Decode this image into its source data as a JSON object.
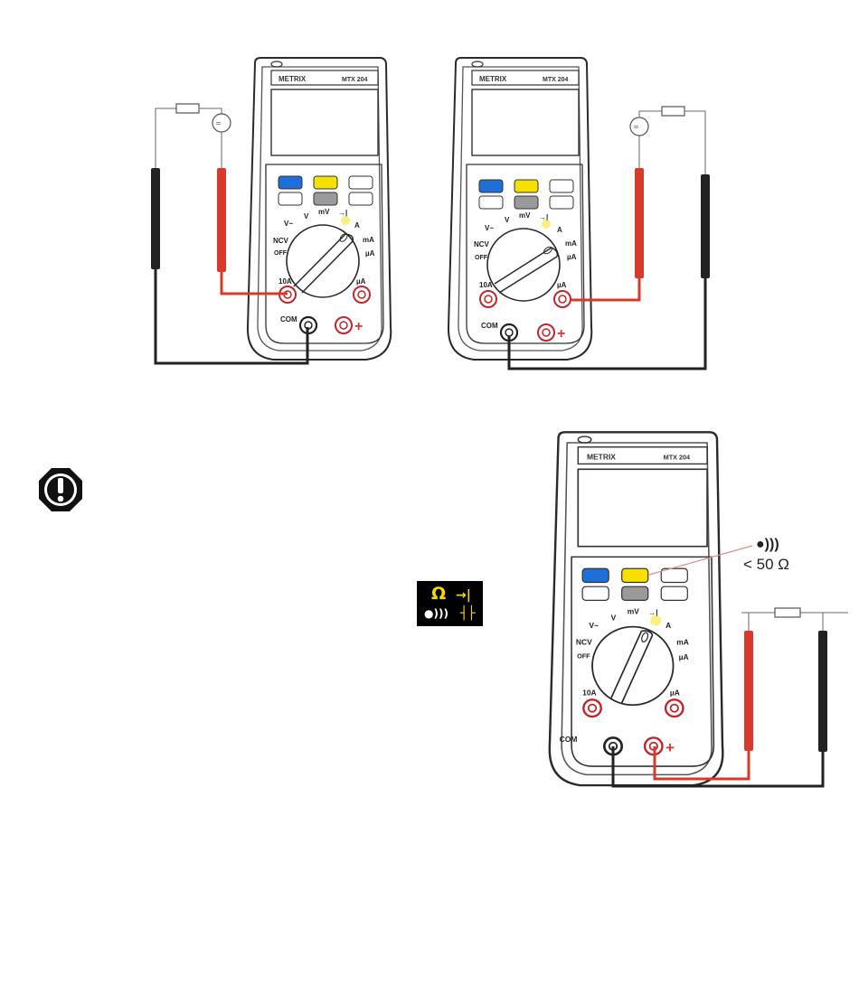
{
  "meters": [
    {
      "brand": "METRIX",
      "model": "MTX 204",
      "dial": {
        "v_ac": "V~",
        "v": "V",
        "mv": "mV",
        "diode": "→|",
        "a": "A",
        "ncv": "NCV",
        "off": "OFF",
        "ma": "mA",
        "ua": "µA"
      },
      "terminals": {
        "ten_a": "10A",
        "ua_ma": "µA",
        "com": "COM",
        "plus": "+"
      }
    },
    {
      "brand": "METRIX",
      "model": "MTX 204",
      "dial": {
        "v_ac": "V~",
        "v": "V",
        "mv": "mV",
        "diode": "→|",
        "a": "A",
        "ncv": "NCV",
        "off": "OFF",
        "ma": "mA",
        "ua": "µA"
      },
      "terminals": {
        "ten_a": "10A",
        "ua_ma": "µA",
        "com": "COM",
        "plus": "+"
      }
    },
    {
      "brand": "METRIX",
      "model": "MTX 204",
      "dial": {
        "v_ac": "V~",
        "v": "V",
        "mv": "mV",
        "diode": "→|",
        "a": "A",
        "ncv": "NCV",
        "off": "OFF",
        "ma": "mA",
        "ua": "µA"
      },
      "terminals": {
        "ten_a": "10A",
        "ua_ma": "µA",
        "com": "COM",
        "plus": "+"
      }
    }
  ],
  "warning_icon": "exclamation-icon",
  "function_symbols": {
    "ohm": "Ω",
    "diode": "→|",
    "continuity": "●)))",
    "capacitor": "┤├"
  },
  "continuity_callout": {
    "symbol": "●)))",
    "threshold": "< 50 Ω"
  },
  "colors": {
    "button_blue": "#1e6fd9",
    "button_yellow": "#f5e000",
    "button_gray": "#9a9a9a",
    "lead_red": "#d9392b",
    "lead_black": "#222222",
    "terminal_red": "#c0262b"
  }
}
